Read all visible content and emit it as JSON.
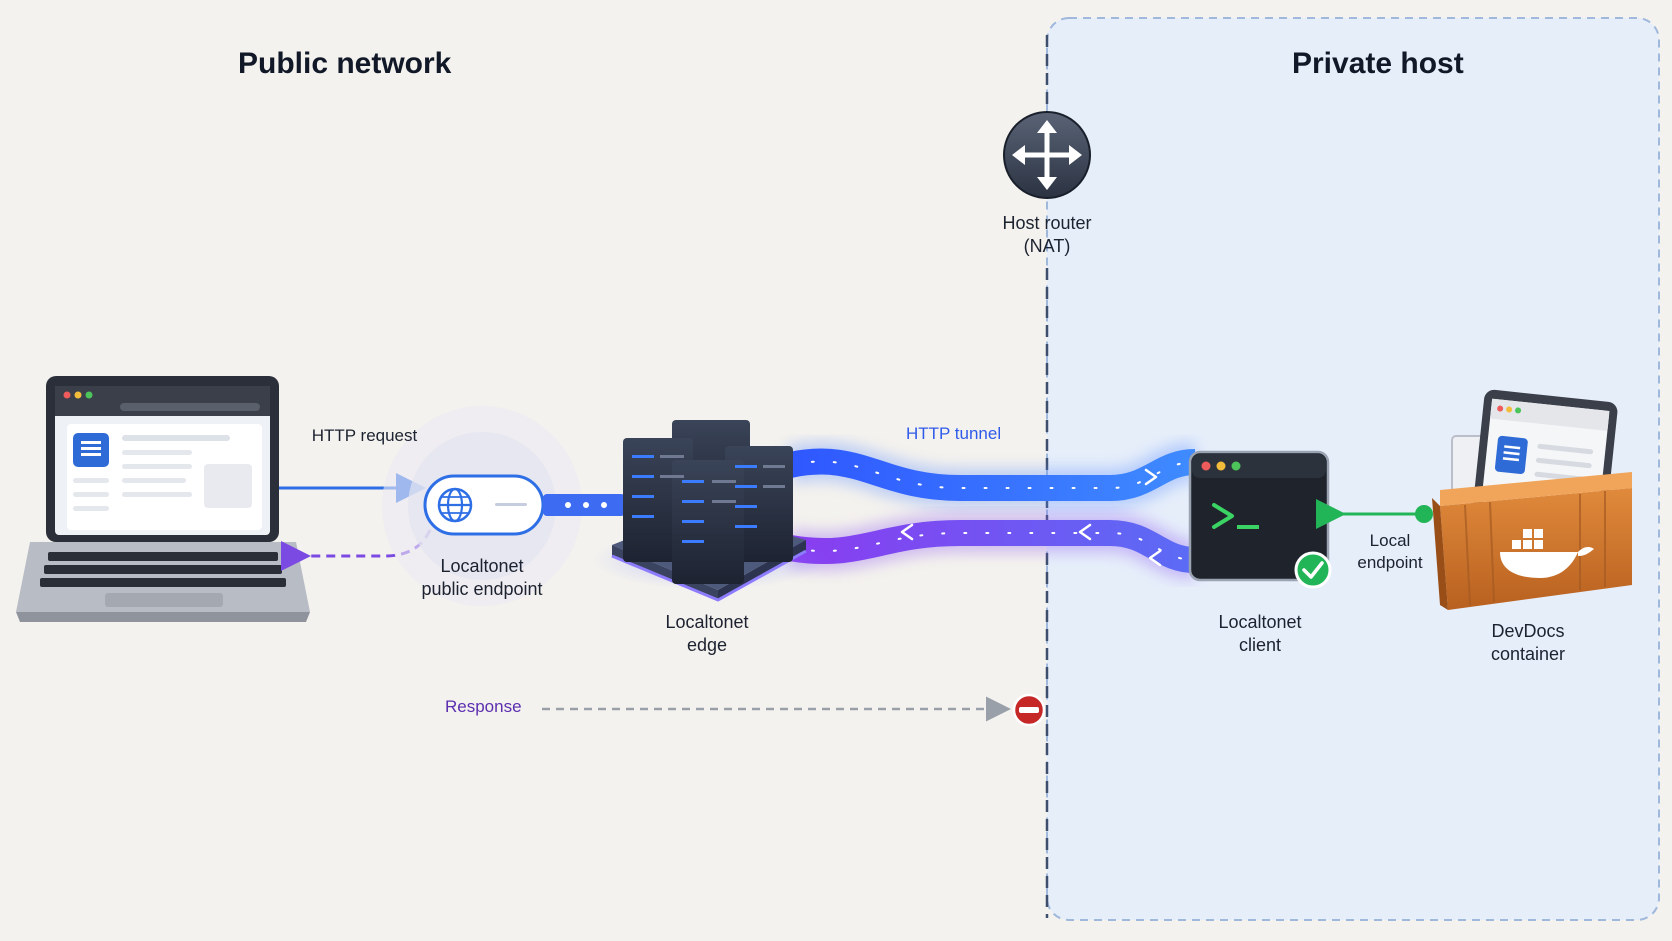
{
  "zones": {
    "public_title": "Public network",
    "private_title": "Private host"
  },
  "nodes": {
    "router": {
      "line1": "Host router",
      "line2": "(NAT)",
      "icon": "router-arrows-icon"
    },
    "endpoint": {
      "line1": "Localtonet",
      "line2": "public endpoint",
      "icon": "globe-icon"
    },
    "edge": {
      "line1": "Localtonet",
      "line2": "edge",
      "icon": "server-cluster-icon"
    },
    "client": {
      "line1": "Localtonet",
      "line2": "client",
      "icon": "terminal-icon"
    },
    "local_endpoint": {
      "line1": "Local",
      "line2": "endpoint"
    },
    "container": {
      "line1": "DevDocs",
      "line2": "container",
      "icon": "docker-whale-icon"
    },
    "laptop": {
      "icon": "laptop-icon"
    }
  },
  "edges": {
    "http_request": "HTTP request",
    "http_tunnel": "HTTP tunnel",
    "response": "Response"
  },
  "colors": {
    "request_blue": "#2f6fe6",
    "response_purple": "#7b4ae2",
    "local_green": "#22b557",
    "blocked_red": "#c62828",
    "private_zone": "#e6eefa",
    "tunnel_glow": "#4d7dff"
  }
}
